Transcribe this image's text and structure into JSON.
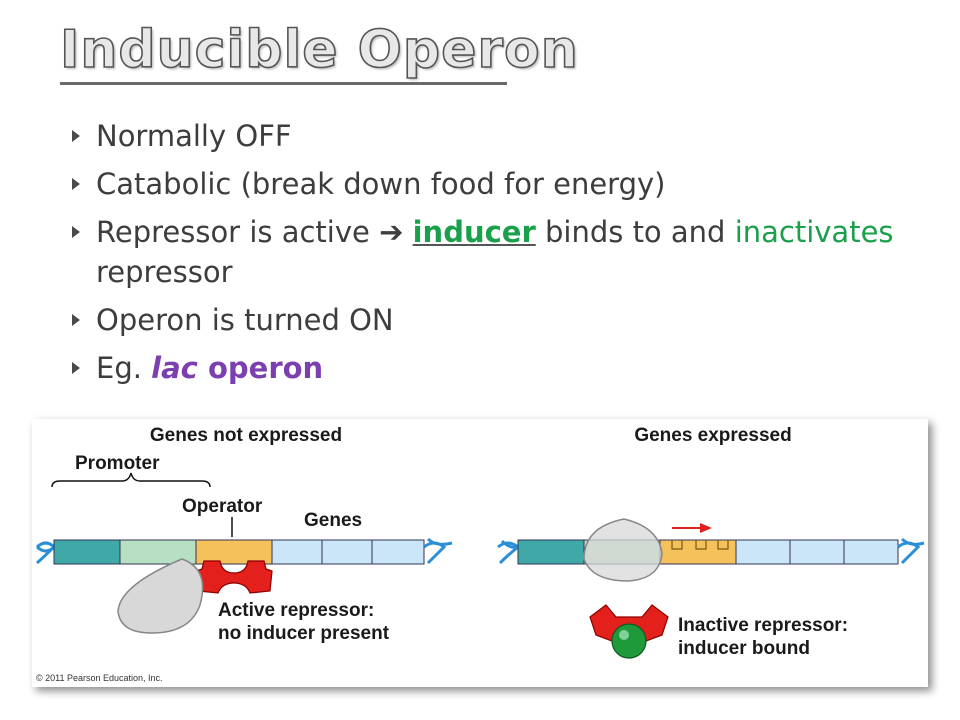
{
  "slide": {
    "title": "Inducible Operon",
    "bullets": {
      "b1": "Normally OFF",
      "b2": "Catabolic (break down food for energy)",
      "b3": {
        "part1": "Repressor is active ",
        "arrow": "➔",
        "inducer": "inducer",
        "part2": " binds to and ",
        "inactivates": "inactivates",
        "part3": " repressor"
      },
      "b4": "Operon is turned ON",
      "b5": {
        "prefix": "Eg. ",
        "lac": "lac",
        "operon": " operon"
      }
    }
  },
  "figure": {
    "left_header": "Genes not expressed",
    "right_header": "Genes expressed",
    "promoter_label": "Promoter",
    "operator_label": "Operator",
    "genes_label": "Genes",
    "active_repressor_line1": "Active repressor:",
    "active_repressor_line2": "no inducer present",
    "inactive_repressor_line1": "Inactive repressor:",
    "inactive_repressor_line2": "inducer bound",
    "copyright": "© 2011 Pearson Education, Inc."
  },
  "colors": {
    "promoter_teal": "#3fa9a8",
    "promoter_light": "#b7e0c2",
    "operator_orange": "#f5c15a",
    "genes_blue": "#cbe6f8",
    "repressor_red": "#e3201b",
    "inducer_green": "#1f9a3a",
    "rna_polymerase_gray": "#d8d8d8",
    "arrow_red": "#e3201b",
    "inducer_text_green": "#1aa04a",
    "lac_purple": "#7b3fb0"
  }
}
